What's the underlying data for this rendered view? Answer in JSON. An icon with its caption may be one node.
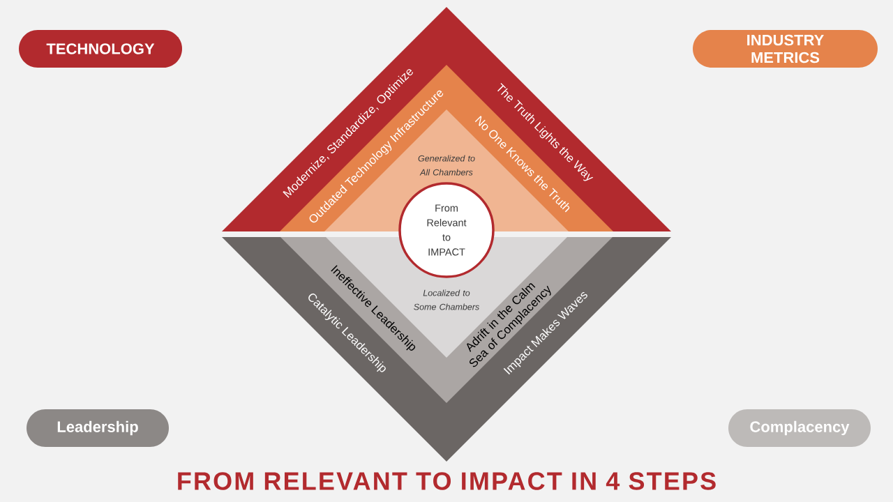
{
  "diagram": {
    "title": "FROM RELEVANT TO IMPACT IN 4 STEPS",
    "nodes": [
      {
        "text": [
          "TECHNOLOGY"
        ]
      },
      {
        "text": [
          "INDUSTRY METRICS"
        ]
      },
      {
        "text": [
          "Modernize, Standardize, Optimize",
          "The Truth Lights the Way"
        ]
      },
      {
        "text": [
          "Outdated Technology Infrastructure",
          "No One Knows the Truth"
        ],
        "in": 2
      },
      {
        "text": [
          "Generalized to All Chambers"
        ],
        "in": 3
      },
      {
        "text": [
          "From Relevant to IMPACT"
        ]
      },
      {
        "text": [
          "Catalytic Leadership",
          "Impact Makes Waves"
        ]
      },
      {
        "text": [
          "Ineffective Leadership",
          "Adrift in the Calm Sea of Complacency"
        ],
        "in": 6
      },
      {
        "text": [
          "Localized to Some Chambers"
        ],
        "in": 7
      },
      {
        "text": [
          "Leadership"
        ]
      },
      {
        "text": [
          "Complacency"
        ]
      }
    ]
  }
}
